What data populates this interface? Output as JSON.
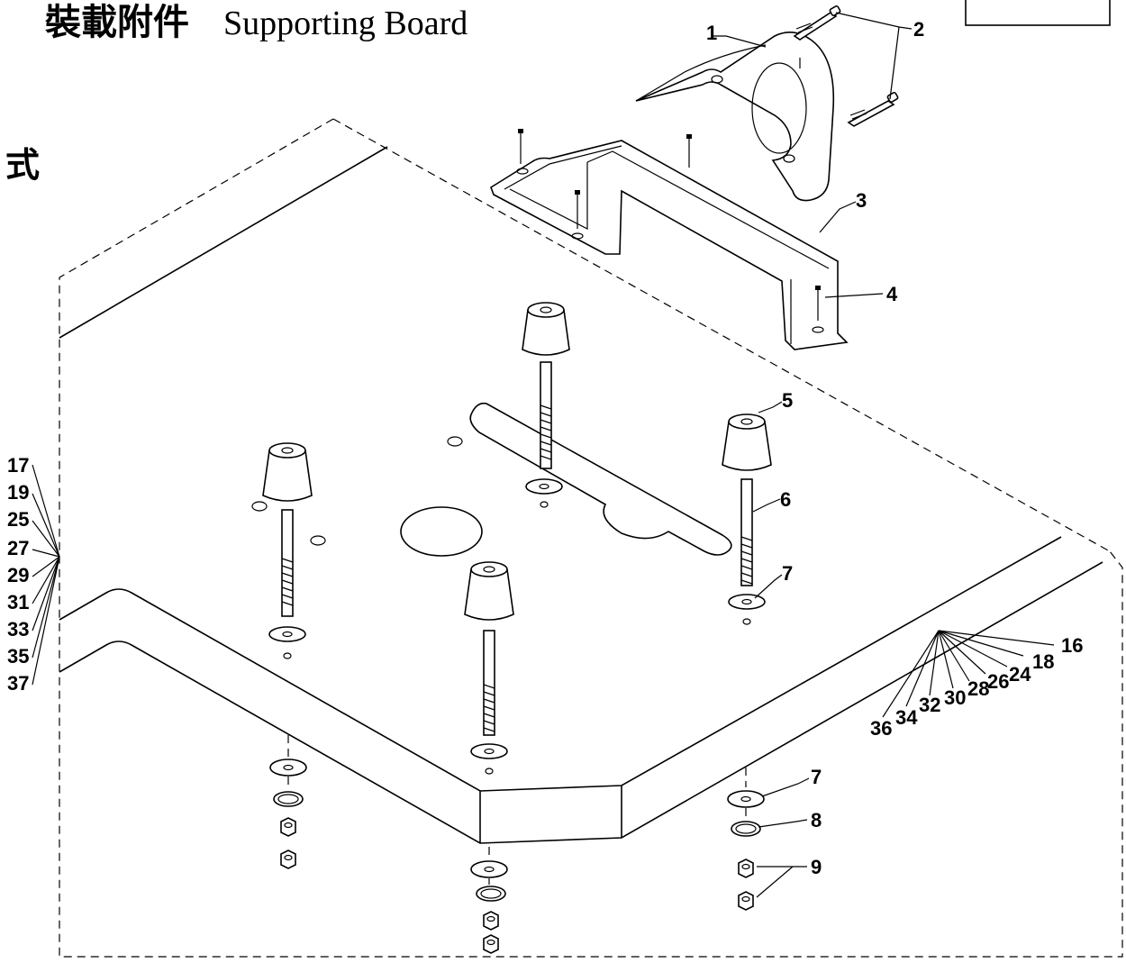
{
  "title": {
    "chinese": "裝載附件",
    "english": "Supporting Board"
  },
  "side_char": "式",
  "callouts": {
    "c1": "1",
    "c2": "2",
    "c3": "3",
    "c4": "4",
    "c5": "5",
    "c6": "6",
    "c7a": "7",
    "c7b": "7",
    "c8": "8",
    "c9": "9",
    "right_group": [
      "16",
      "18",
      "24",
      "26",
      "28",
      "30",
      "32",
      "34",
      "36"
    ],
    "left_group": [
      "17",
      "19",
      "25",
      "27",
      "29",
      "31",
      "33",
      "35",
      "37"
    ]
  }
}
